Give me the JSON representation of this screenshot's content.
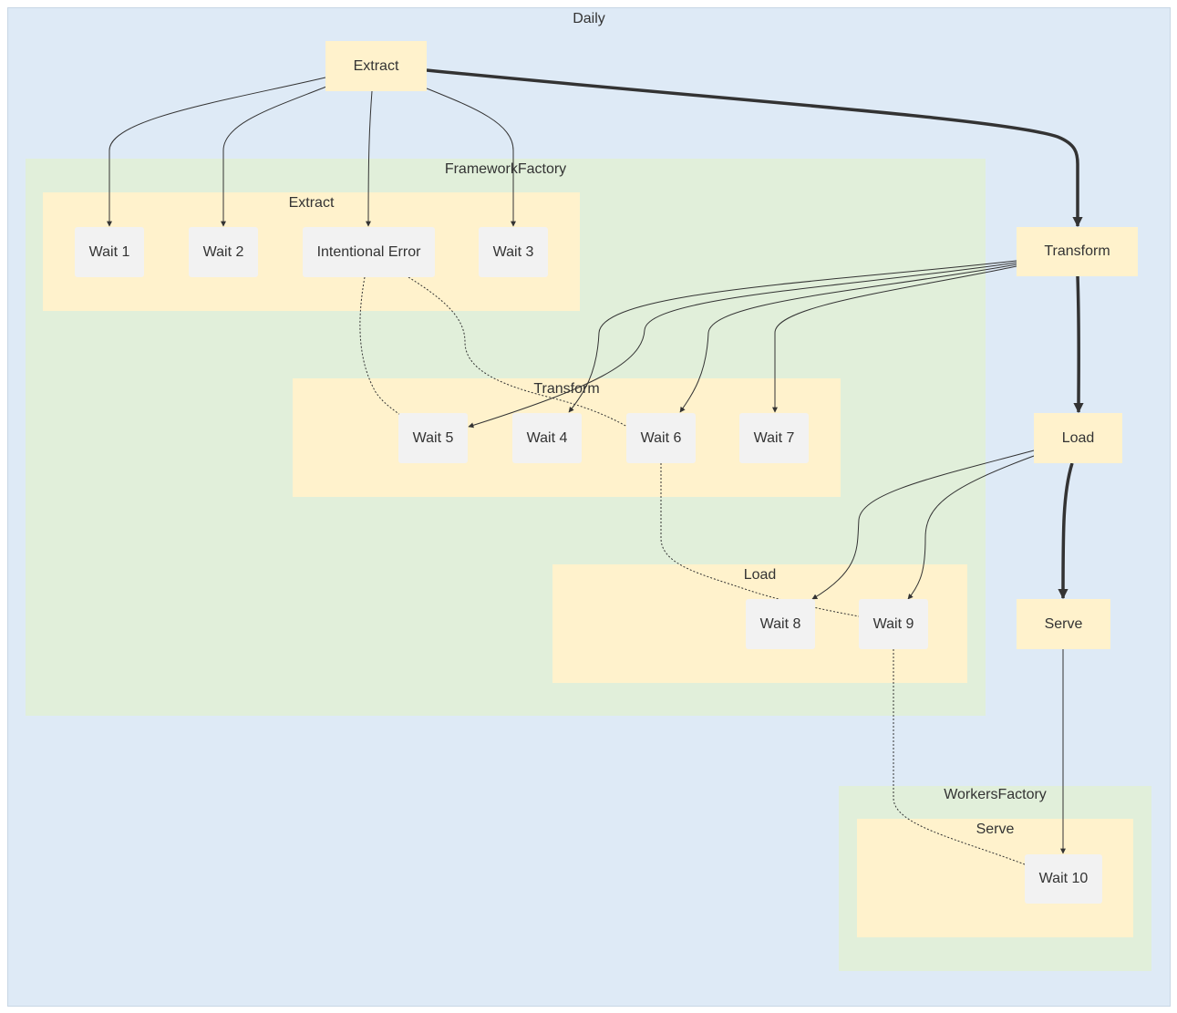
{
  "clusters": {
    "daily": "Daily",
    "framework_factory": "FrameworkFactory",
    "ff_extract": "Extract",
    "ff_transform": "Transform",
    "ff_load": "Load",
    "workers_factory": "WorkersFactory",
    "wf_serve": "Serve"
  },
  "nodes": {
    "extract": "Extract",
    "transform": "Transform",
    "load": "Load",
    "serve": "Serve",
    "wait1": "Wait 1",
    "wait2": "Wait 2",
    "intentional_error": "Intentional Error",
    "wait3": "Wait 3",
    "wait4": "Wait 4",
    "wait5": "Wait 5",
    "wait6": "Wait 6",
    "wait7": "Wait 7",
    "wait8": "Wait 8",
    "wait9": "Wait 9",
    "wait10": "Wait 10"
  },
  "edges": [
    {
      "from": "Extract",
      "to": "Transform",
      "style": "thick"
    },
    {
      "from": "Transform",
      "to": "Load",
      "style": "thick"
    },
    {
      "from": "Load",
      "to": "Serve",
      "style": "thick"
    },
    {
      "from": "Extract",
      "to": "Wait 1",
      "style": "solid"
    },
    {
      "from": "Extract",
      "to": "Wait 2",
      "style": "solid"
    },
    {
      "from": "Extract",
      "to": "Intentional Error",
      "style": "solid"
    },
    {
      "from": "Extract",
      "to": "Wait 3",
      "style": "solid"
    },
    {
      "from": "Transform",
      "to": "Wait 4",
      "style": "solid"
    },
    {
      "from": "Transform",
      "to": "Wait 5",
      "style": "solid"
    },
    {
      "from": "Transform",
      "to": "Wait 6",
      "style": "solid"
    },
    {
      "from": "Transform",
      "to": "Wait 7",
      "style": "solid"
    },
    {
      "from": "Load",
      "to": "Wait 8",
      "style": "solid"
    },
    {
      "from": "Load",
      "to": "Wait 9",
      "style": "solid"
    },
    {
      "from": "Serve",
      "to": "Wait 10",
      "style": "solid"
    },
    {
      "from": "Intentional Error",
      "to": "Wait 5",
      "style": "dotted"
    },
    {
      "from": "Intentional Error",
      "to": "Wait 6",
      "style": "dotted"
    },
    {
      "from": "Wait 6",
      "to": "Wait 9",
      "style": "dotted"
    },
    {
      "from": "Wait 9",
      "to": "Wait 10",
      "style": "dotted"
    }
  ],
  "colors": {
    "daily_bg": "#deeaf6",
    "factory_bg": "#e1efda",
    "stage_bg": "#fff2cc",
    "task_bg": "#f2f2f2",
    "edge": "#333333"
  }
}
